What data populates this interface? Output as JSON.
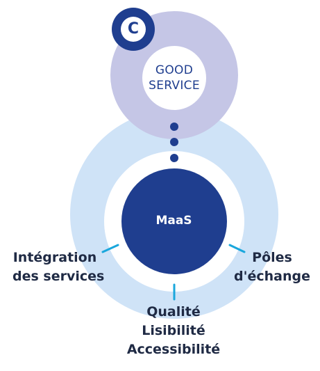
{
  "diagram": {
    "badge_letter": "C",
    "good_service": [
      "GOOD",
      "SERVICE"
    ],
    "center_label": "MaaS",
    "left_label": [
      "Intégration",
      "des services"
    ],
    "right_label": [
      "Pôles",
      "d'échange"
    ],
    "bottom_label": [
      "Qualité",
      "Lisibilité",
      "Accessibilité"
    ]
  },
  "colors": {
    "outer_ring": "#cfe3f7",
    "top_ring": "#c5c6e6",
    "navy": "#1f3e8f",
    "connector": "#1aa7dc",
    "text_dark": "#1f2a44"
  }
}
